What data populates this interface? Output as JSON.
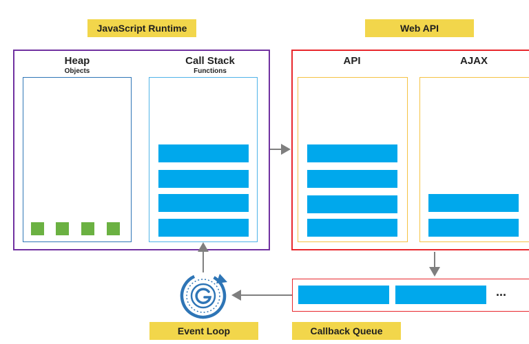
{
  "labels": {
    "js_runtime": "JavaScript Runtime",
    "web_api": "Web API",
    "event_loop": "Event Loop",
    "callback_queue": "Callback Queue"
  },
  "runtime": {
    "heap": {
      "title": "Heap",
      "subtitle": "Objects",
      "object_count": 4
    },
    "call_stack": {
      "title": "Call Stack",
      "subtitle": "Functions",
      "frame_count": 4
    }
  },
  "web_api": {
    "api": {
      "title": "API",
      "item_count": 4
    },
    "ajax": {
      "title": "AJAX",
      "item_count": 2
    }
  },
  "callback_queue": {
    "item_count": 2,
    "more": "..."
  },
  "colors": {
    "runtime_border": "#7030a0",
    "heap_border": "#2e75b6",
    "callstack_border": "#4fb3e8",
    "webapi_border": "#e8262b",
    "api_inner_border": "#f5c242",
    "bar": "#00a8ec",
    "object": "#6bb142",
    "label_bg": "#f2d64b",
    "arrow": "#7f7f7f",
    "event_loop_icon": "#2e75b6"
  }
}
